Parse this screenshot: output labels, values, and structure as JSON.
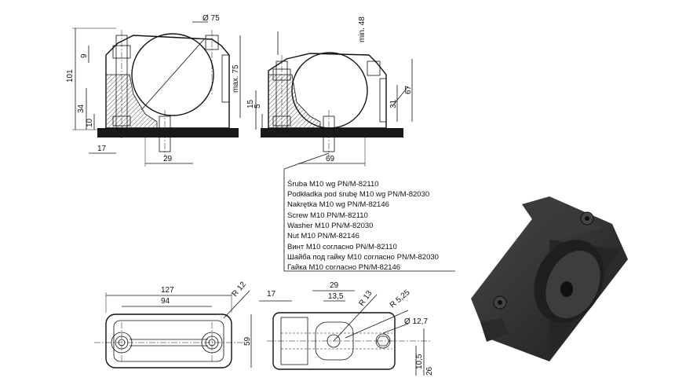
{
  "dimensions": {
    "front_left": {
      "dia_75": "Ø 75",
      "d_101": "101",
      "d_9": "9",
      "d_34": "34",
      "d_10": "10",
      "d_17": "17",
      "d_29": "29",
      "max_75": "max. 75"
    },
    "front_right": {
      "min_48": "min. 48",
      "d_15": "15",
      "d_5": "5",
      "d_67": "67",
      "d_31": "31",
      "d_69": "69"
    },
    "top_left": {
      "d_127": "127",
      "d_94": "94",
      "r_12": "R 12",
      "d_59": "59"
    },
    "top_right": {
      "d_17": "17",
      "d_29": "29",
      "d_13_5": "13,5",
      "r_13": "R 13",
      "r_5_25": "R 5,25",
      "dia_12_7": "Ø 12,7",
      "d_10_5": "10,5",
      "d_26": "26"
    }
  },
  "notes": [
    "Śruba M10 wg PN/M-82110",
    "Podkładka pod śrubę M10 wg PN/M-82030",
    "Nakrętka M10 wg PN/M-82146",
    "Screw M10  PN/M-82110",
    "Washer M10 PN/M-82030",
    "Nut M10 PN/M-82146",
    "Винт M10 согласно PN/M-82110",
    "Шайба под гайку M10 согласно PN/M-82030",
    "Гайка M10 согласно PN/M-82146"
  ],
  "colors": {
    "line": "#111111",
    "hatch": "#555555",
    "body": "#2b2b2b",
    "body_light": "#4a4a4a",
    "plate": "#1a1a1a"
  }
}
